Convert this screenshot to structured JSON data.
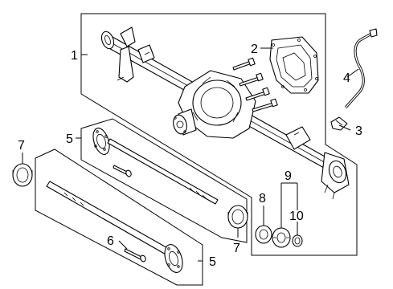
{
  "callouts": {
    "c1": "1",
    "c2": "2",
    "c3": "3",
    "c4": "4",
    "c5_upper": "5",
    "c5_lower": "5",
    "c6": "6",
    "c7_left": "7",
    "c7_mid": "7",
    "c8": "8",
    "c9": "9",
    "c10": "10"
  },
  "colors": {
    "line": "#000000",
    "background": "#ffffff"
  }
}
